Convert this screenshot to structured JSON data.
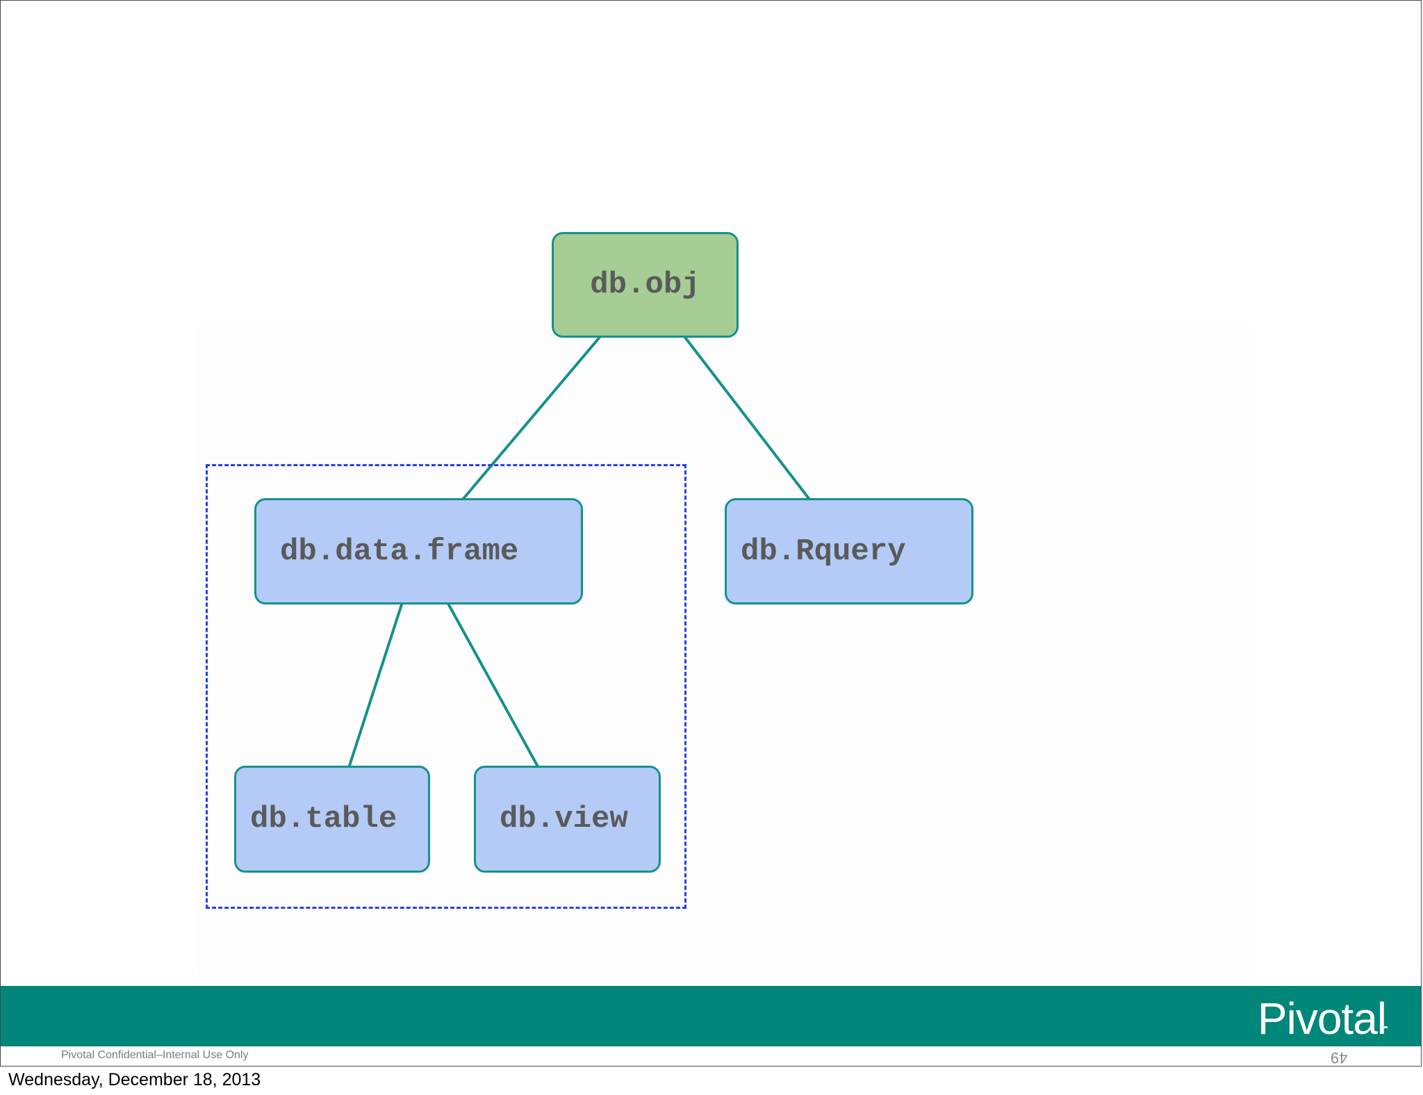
{
  "diagram": {
    "nodes": [
      {
        "id": "root",
        "label": "db.obj",
        "color": "#a6cd94"
      },
      {
        "id": "dataframe",
        "label": "db.data.frame",
        "color": "#b3cbf6"
      },
      {
        "id": "rquery",
        "label": "db.Rquery",
        "color": "#b3cbf6"
      },
      {
        "id": "table",
        "label": "db.table",
        "color": "#b3cbf6"
      },
      {
        "id": "view",
        "label": "db.view",
        "color": "#b3cbf6"
      }
    ],
    "edges": [
      {
        "from": "root",
        "to": "dataframe"
      },
      {
        "from": "root",
        "to": "rquery"
      },
      {
        "from": "dataframe",
        "to": "table"
      },
      {
        "from": "dataframe",
        "to": "view"
      }
    ],
    "edge_color": "#15918a",
    "group_border_color": "#2a3fe0"
  },
  "footer": {
    "brand": "Pivotal",
    "brand_color": "#00877a",
    "confidential": "Pivotal Confidential–Internal Use Only",
    "page_number": "49"
  },
  "caption": "Wednesday, December 18, 2013"
}
